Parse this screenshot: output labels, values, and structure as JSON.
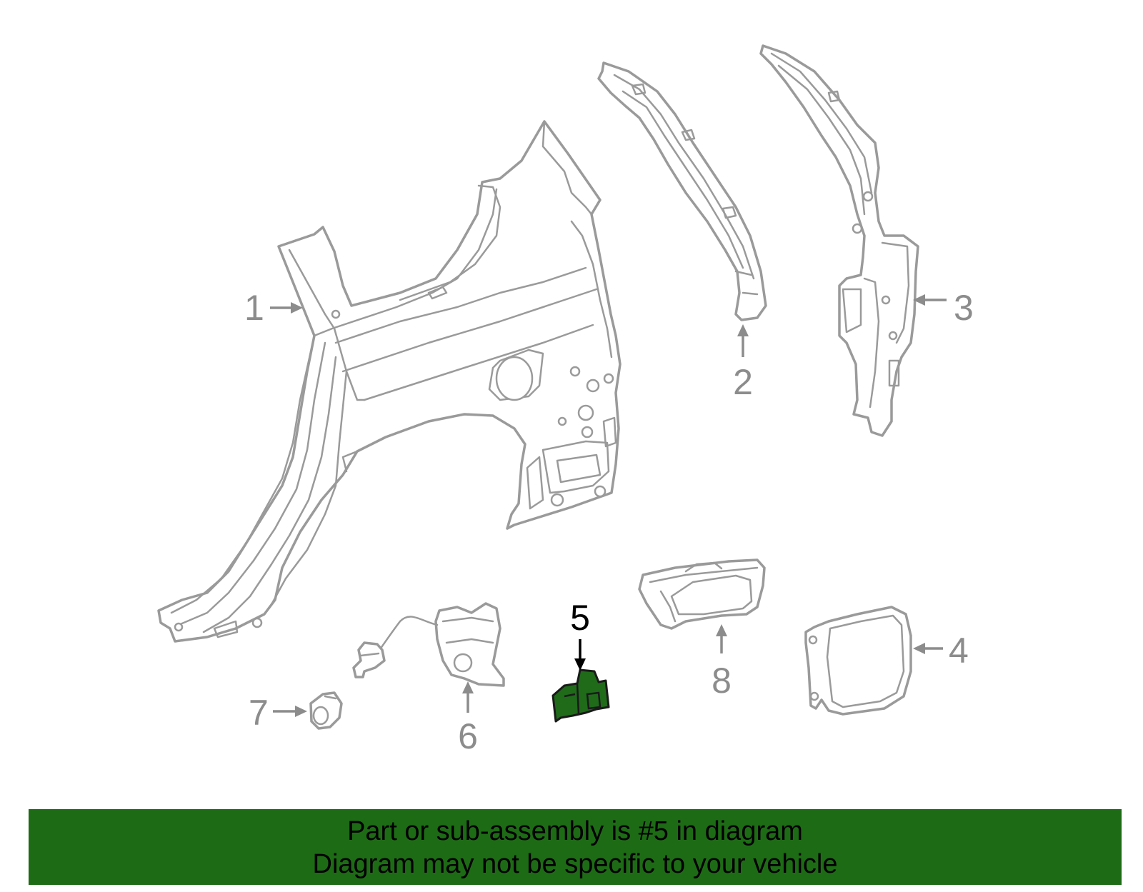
{
  "diagram": {
    "callouts": [
      {
        "id": "1",
        "label": "1"
      },
      {
        "id": "2",
        "label": "2"
      },
      {
        "id": "3",
        "label": "3"
      },
      {
        "id": "4",
        "label": "4"
      },
      {
        "id": "5",
        "label": "5"
      },
      {
        "id": "6",
        "label": "6"
      },
      {
        "id": "7",
        "label": "7"
      },
      {
        "id": "8",
        "label": "8"
      }
    ],
    "highlighted_part": "5",
    "colors": {
      "highlight": "#1f6b1a",
      "banner": "#1e6b16",
      "line_art": "#9a9a9a"
    }
  },
  "banner": {
    "line1": "Part or sub-assembly is #5 in diagram",
    "line2": "Diagram may not be specific to your vehicle"
  }
}
